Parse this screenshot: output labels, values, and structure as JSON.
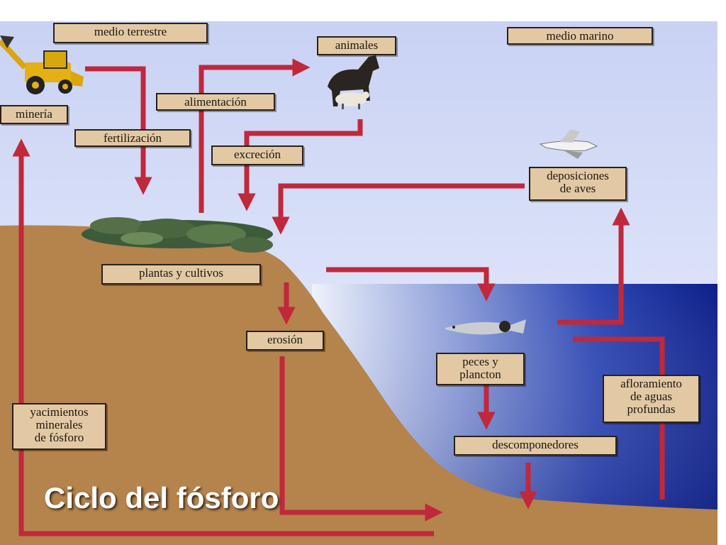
{
  "title": "Ciclo del fósforo",
  "labels": {
    "medio_terrestre": "medio terrestre",
    "medio_marino": "medio marino",
    "animales": "animales",
    "alimentacion": "alimentación",
    "mineria": "minería",
    "fertilizacion": "fertilización",
    "excrecion": "excreción",
    "deposiciones_aves": "deposiciones\nde aves",
    "plantas_cultivos": "plantas y cultivos",
    "erosion": "erosión",
    "peces_plancton": "peces y\nplancton",
    "afloramiento": "afloramiento\nde aguas\nprofundas",
    "descomponedores": "descomponedores",
    "yacimientos": "yacimientos\nminerales\nde fósforo"
  },
  "colors": {
    "arrow": "#c0283c",
    "label_fill": "#e2c9a4",
    "soil": "#b5834c",
    "sea": "#1b35a6",
    "sky": "#e8ecfb"
  }
}
